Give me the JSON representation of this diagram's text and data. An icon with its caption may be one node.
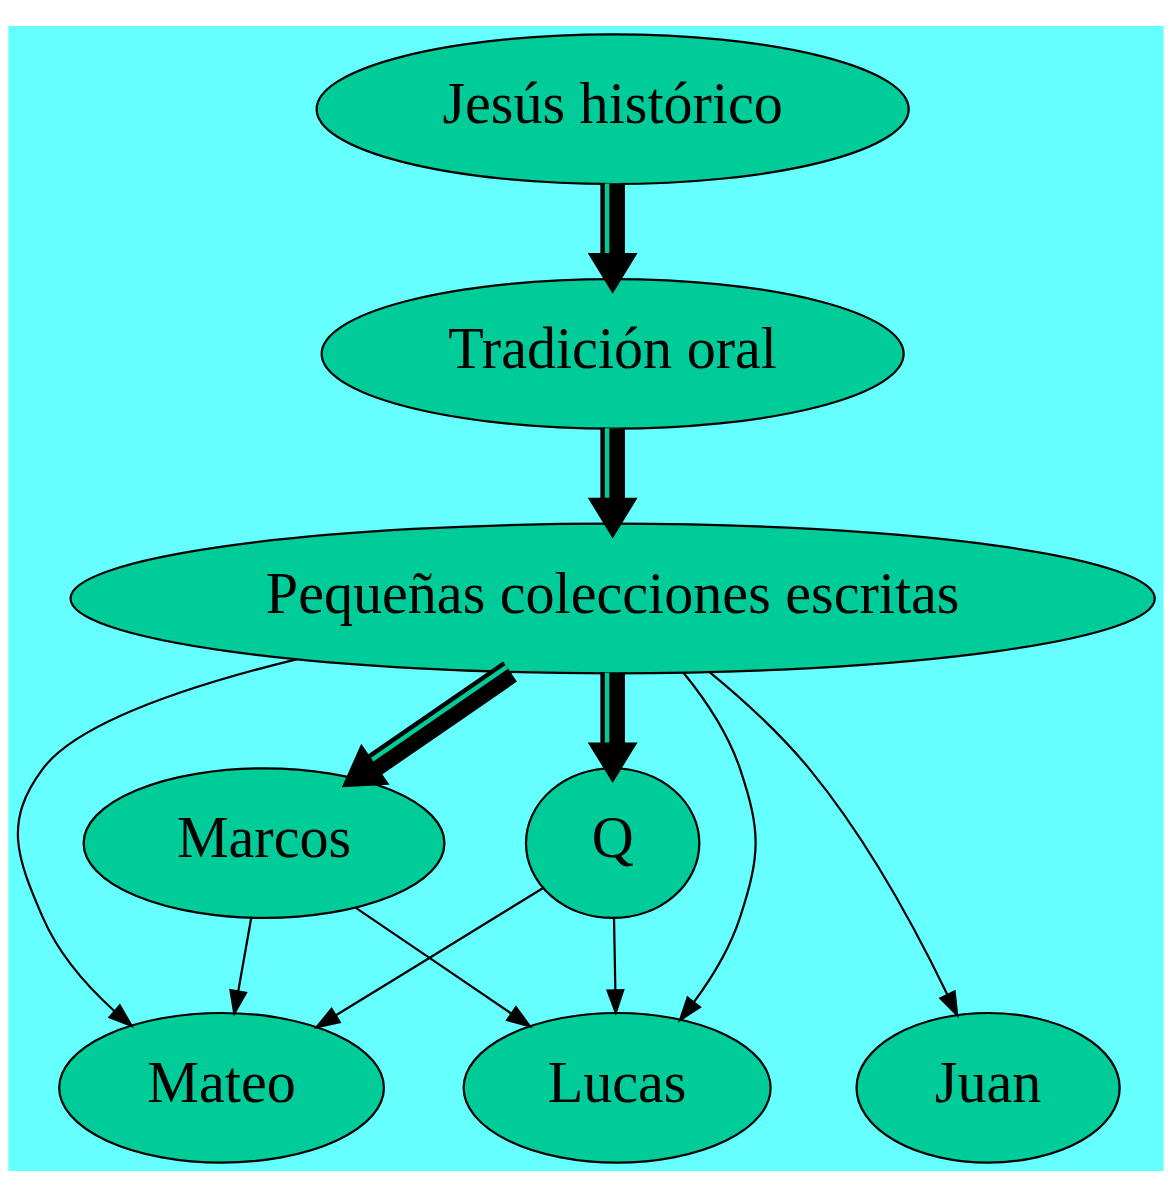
{
  "diagram": {
    "nodes": [
      {
        "text": [
          "Jesús histórico"
        ]
      },
      {
        "text": [
          "Tradición oral"
        ]
      },
      {
        "text": [
          "Pequeñas colecciones escritas"
        ]
      },
      {
        "text": [
          "Q"
        ]
      },
      {
        "text": [
          "Marcos"
        ]
      },
      {
        "text": [
          "Mateo"
        ]
      },
      {
        "text": [
          "Lucas"
        ]
      },
      {
        "text": [
          "Juan"
        ]
      }
    ],
    "edges": [
      {
        "from": 0,
        "to": 1,
        "arrow": "to",
        "style": "thick"
      },
      {
        "from": 1,
        "to": 2,
        "arrow": "to",
        "style": "thick"
      },
      {
        "from": 2,
        "to": 3,
        "arrow": "to",
        "style": "thick"
      },
      {
        "from": 2,
        "to": 4,
        "arrow": "to",
        "style": "thick"
      },
      {
        "from": 2,
        "to": 5,
        "arrow": "to"
      },
      {
        "from": 2,
        "to": 6,
        "arrow": "to"
      },
      {
        "from": 2,
        "to": 7,
        "arrow": "to"
      },
      {
        "from": 3,
        "to": 5,
        "arrow": "to"
      },
      {
        "from": 3,
        "to": 6,
        "arrow": "to"
      },
      {
        "from": 4,
        "to": 5,
        "arrow": "to"
      },
      {
        "from": 4,
        "to": 6,
        "arrow": "to"
      }
    ]
  }
}
